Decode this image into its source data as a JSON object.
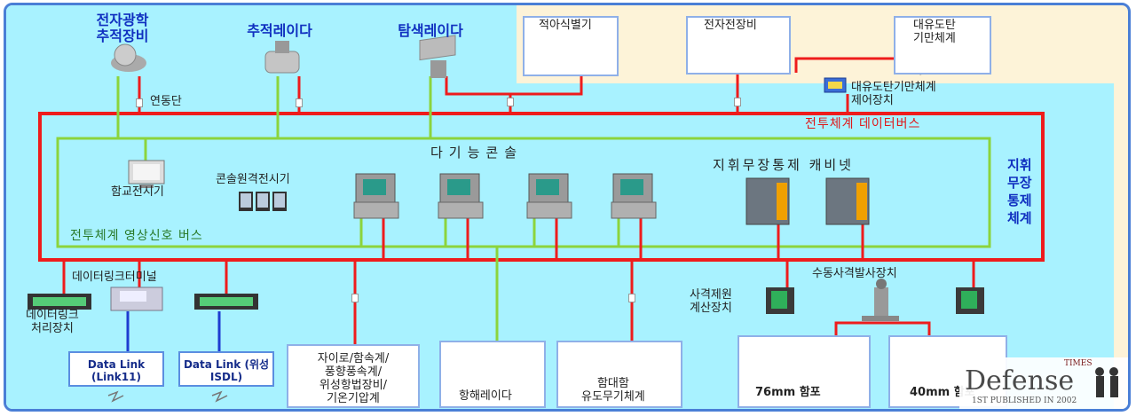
{
  "sensors": {
    "eo_tracker": "전자광학\n추적장비",
    "tracking_radar": "추적레이다",
    "search_radar": "탐색레이다",
    "link_unit": "연동단"
  },
  "external": {
    "iff": "적아식별기",
    "ew": "전자전장비",
    "decoy": "대유도탄\n기만체계",
    "decoy_ctrl": "대유도탄기만체계\n제어장치"
  },
  "buses": {
    "data_bus": "전투체계 데이터버스",
    "video_bus": "전투체계 영상신호 버스"
  },
  "consoles": {
    "multi_console": "다기능콘솔",
    "bridge_display": "함교전시기",
    "remote_display": "콘솔원격전시기",
    "cabinet": "지휘무장통제 캐비넷",
    "system_name": "지휘\n무장\n통제\n체계"
  },
  "datalink": {
    "terminal": "데이터링크터미널",
    "processor": "데이터링크\n처리장치",
    "link11": "Data Link\n(Link11)",
    "isdl": "Data Link\n(위성 ISDL)"
  },
  "sensors_misc": {
    "nav_sensors": "자이로/함속계/\n풍향풍속계/\n위성항법장비/\n기온기압계",
    "nav_radar": "항해레이다",
    "asm": "함대함\n유도무기체계"
  },
  "weapons": {
    "manual_fire": "수동사격발사장치",
    "fire_calc": "사격제원\n계산장치",
    "gun76": "76mm 함포",
    "gun40": "40mm 함포"
  },
  "watermark": {
    "brand": "Defense",
    "times": "TIMES",
    "est": "1ST PUBLISHED IN 2002"
  },
  "colors": {
    "data_bus": "#ee1c1c",
    "video_bus": "#8cd43c",
    "link": "#1e3cd0"
  }
}
